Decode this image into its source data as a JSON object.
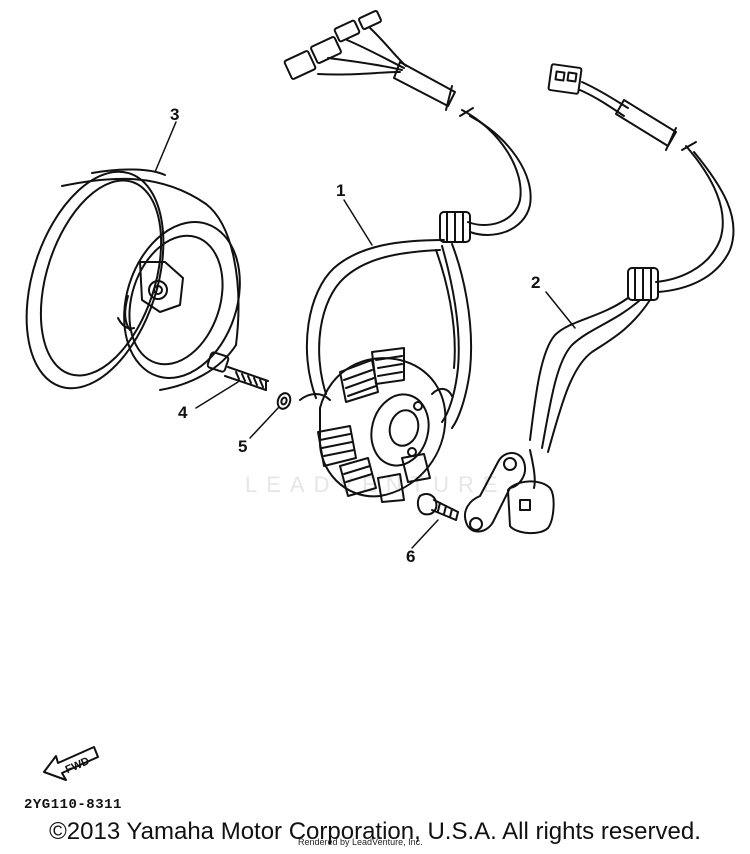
{
  "diagram": {
    "callouts": [
      "1",
      "2",
      "3",
      "4",
      "5",
      "6"
    ],
    "watermark": "LEADVENTURE",
    "fwd_label": "FWD",
    "part_number": "2YG110-8311",
    "copyright": "©2013 Yamaha Motor Corporation, U.S.A. All rights reserved.",
    "rendered_by": "Rendered by LeadVenture, Inc."
  }
}
